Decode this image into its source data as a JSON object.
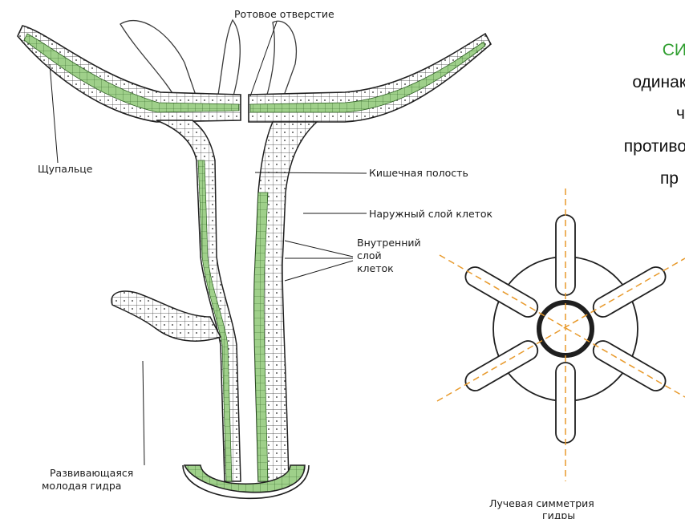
{
  "colors": {
    "endoderm": "#9fd08a",
    "ectoderm": "#ffffff",
    "outline": "#1f1f1f",
    "symmetry_axis": "#e89a2c",
    "accent_text": "#2f9e2f"
  },
  "labels": {
    "mouth": "Ротовое отверстие",
    "gut_cavity": "Кишечная полость",
    "tentacle": "Щупальце",
    "outer_layer": "Наружный слой клеток",
    "inner_layer_1": "Внутренний",
    "inner_layer_2": "слой",
    "inner_layer_3": "клеток",
    "bud_1": "Развивающаяся",
    "bud_2": "молодая гидра",
    "symmetry_1": "Лучевая симметрия",
    "symmetry_2": "гидры"
  },
  "side_text": {
    "title": "СИ",
    "line1": "одинак",
    "line2": "ч",
    "line3": "противо",
    "line4": "пр"
  }
}
